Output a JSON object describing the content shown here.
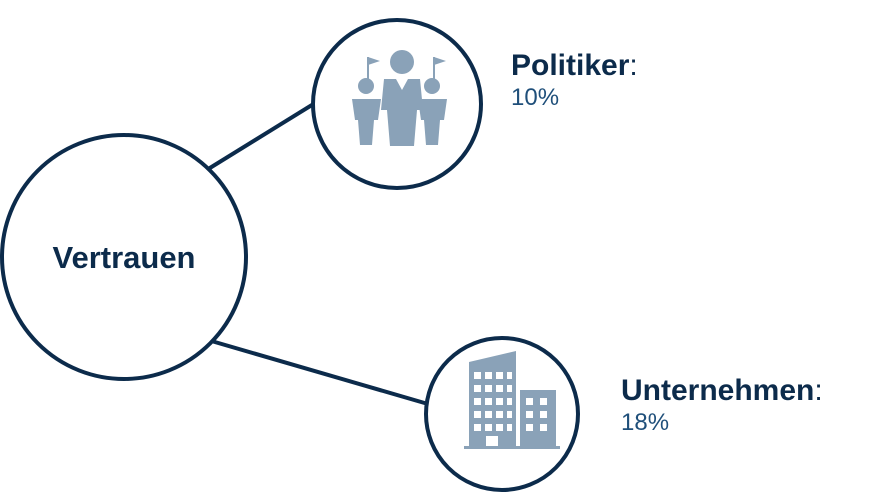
{
  "colors": {
    "stroke": "#0c2b4b",
    "icon": "#8aa2b8",
    "text": "#0c2b4b",
    "value_text": "#1f4f7a",
    "background": "#ffffff"
  },
  "center": {
    "label": "Vertrauen"
  },
  "nodes": [
    {
      "title": "Politiker",
      "colon": ":",
      "value": "10%",
      "icon": "politicians-icon"
    },
    {
      "title": "Unternehmen",
      "colon": ":",
      "value": "18%",
      "icon": "office-building-icon"
    }
  ]
}
